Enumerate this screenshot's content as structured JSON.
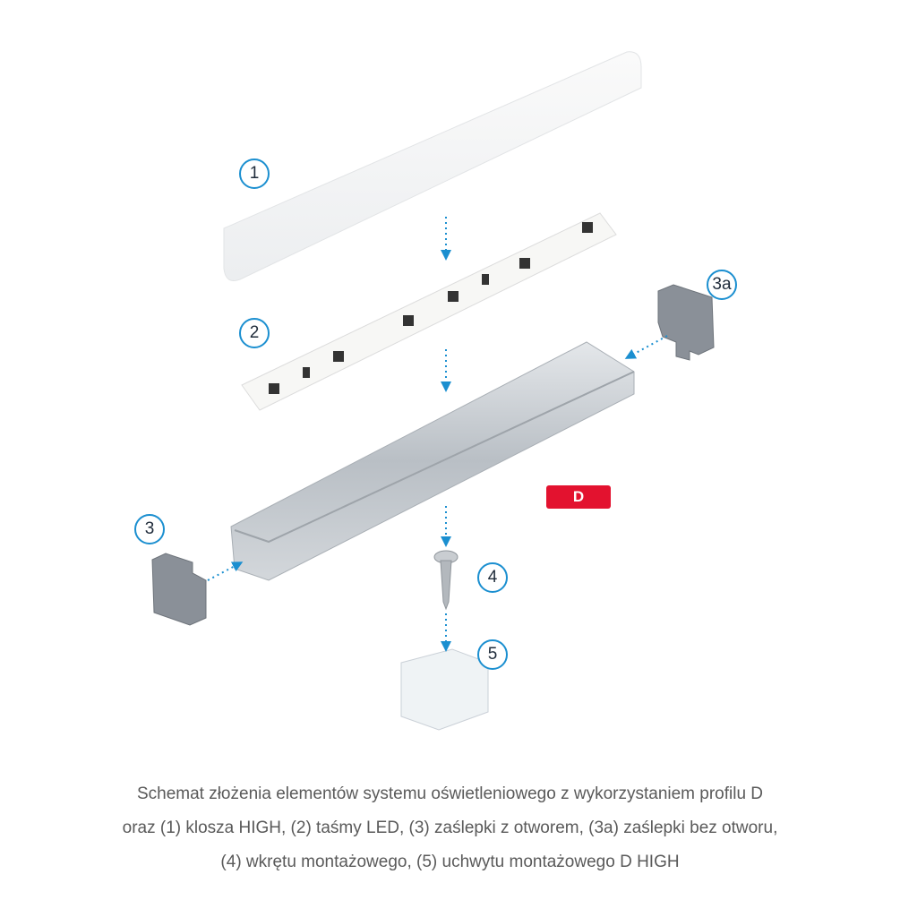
{
  "callouts": {
    "c1": "1",
    "c2": "2",
    "c3": "3",
    "c3a": "3a",
    "c4": "4",
    "c5": "5"
  },
  "badge": {
    "label": "D",
    "color": "#e3122f"
  },
  "accent_color": "#1b8fd0",
  "caption": {
    "line1": "Schemat złożenia elementów systemu oświetleniowego z wykorzystaniem profilu D",
    "line2": "oraz (1) klosza HIGH, (2) taśmy LED, (3) zaślepki z otworem, (3a) zaślepki bez otworu,",
    "line3": "(4) wkrętu montażowego, (5) uchwytu montażowego D HIGH"
  }
}
